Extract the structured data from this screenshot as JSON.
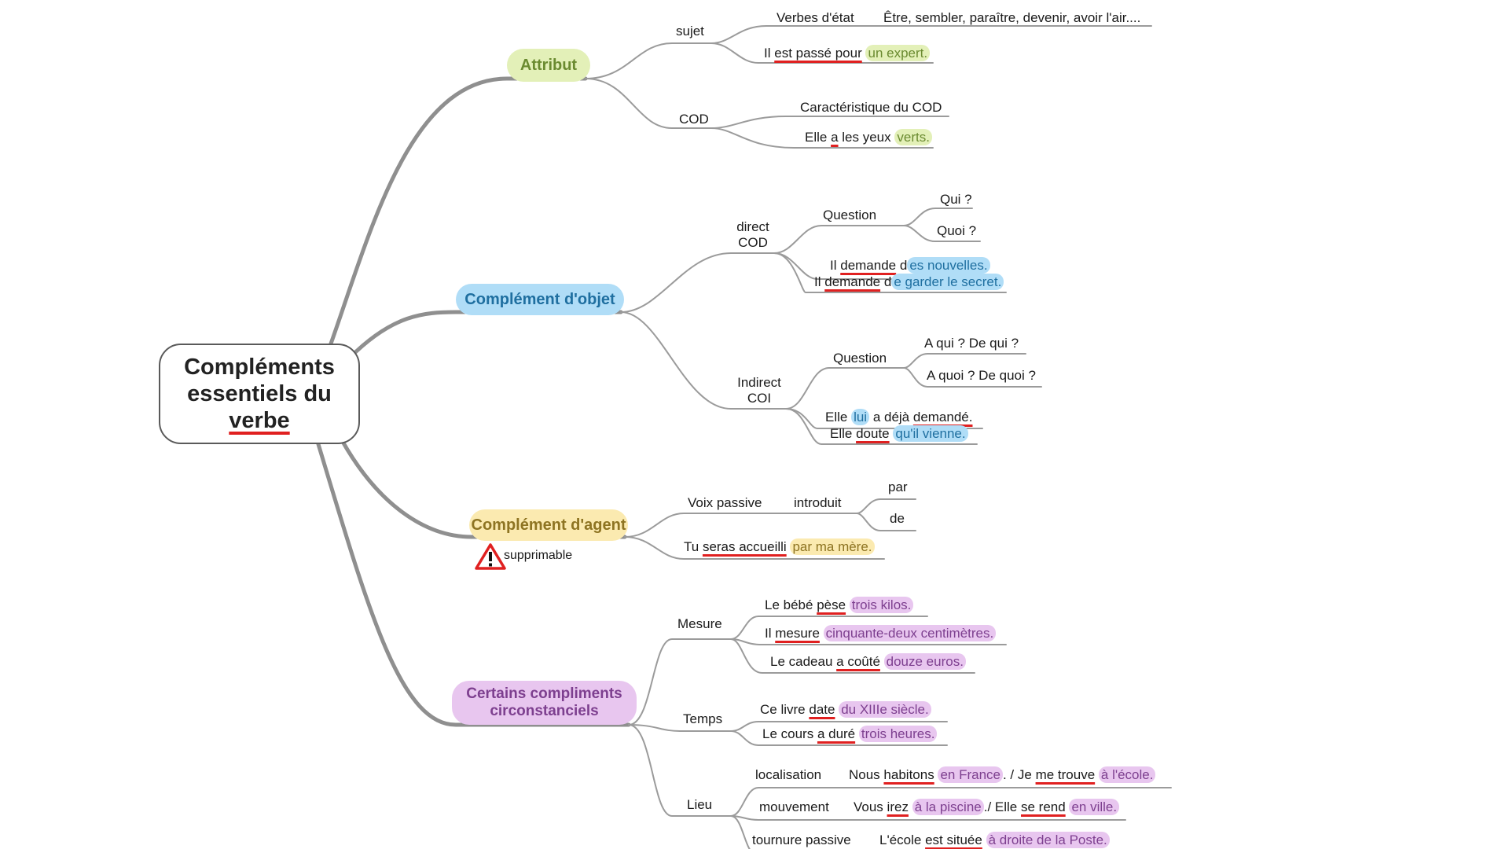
{
  "root": {
    "line1": "Compléments",
    "line2": "essentiels du",
    "line3": "verbe"
  },
  "attribut": {
    "label": "Attribut",
    "sujet": {
      "label": "sujet",
      "etat_label": "Verbes d'état",
      "etat_list": "Être, sembler, paraître, devenir, avoir l'air....",
      "example": {
        "a": "Il ",
        "b": "est passé pour",
        "c": " ",
        "d": "un expert."
      }
    },
    "cod": {
      "label": "COD",
      "carac": "Caractéristique du COD",
      "example": {
        "a": "Elle ",
        "b": "a",
        "c": " les yeux ",
        "d": "verts."
      }
    }
  },
  "objet": {
    "label": "Complément d'objet",
    "direct": {
      "line1": "direct",
      "line2": "COD",
      "question": "Question",
      "q1": "Qui ?",
      "q2": "Quoi ?",
      "ex1": {
        "a": "Il ",
        "b": "demande",
        "c": " d",
        "d": "es nouvelles."
      },
      "ex2": {
        "a": "Il ",
        "b": "demande",
        "c": " d",
        "d": "e garder le secret."
      }
    },
    "indirect": {
      "line1": "Indirect",
      "line2": "COI",
      "question": "Question",
      "q1": "A qui ? De qui ?",
      "q2": "A quoi ? De quoi ?",
      "ex1": {
        "a": "Elle ",
        "b": "lui",
        "c": " a déjà ",
        "d": "demandé."
      },
      "ex2": {
        "a": "Elle ",
        "b": "doute",
        "c": " ",
        "d": "qu'il vienne."
      }
    }
  },
  "agent": {
    "label": "Complément d'agent",
    "warning": "supprimable",
    "voix": "Voix passive",
    "introduit": "introduit",
    "par": "par",
    "de": "de",
    "example": {
      "a": "Tu ",
      "b": "seras accueilli",
      "c": " ",
      "d": "par ma mère."
    }
  },
  "circ": {
    "line1": "Certains compliments",
    "line2": "circonstanciels",
    "mesure": {
      "label": "Mesure",
      "ex1": {
        "a": "Le bébé ",
        "b": "pèse",
        "c": " ",
        "d": "trois kilos."
      },
      "ex2": {
        "a": "Il ",
        "b": "mesure",
        "c": " ",
        "d": "cinquante-deux centimètres."
      },
      "ex3": {
        "a": "Le cadeau ",
        "b": "a coûté",
        "c": " ",
        "d": "douze euros."
      }
    },
    "temps": {
      "label": "Temps",
      "ex1": {
        "a": "Ce livre ",
        "b": "date",
        "c": " ",
        "d": "du XIIIe siècle."
      },
      "ex2": {
        "a": "Le cours ",
        "b": "a duré",
        "c": " ",
        "d": "trois heures."
      }
    },
    "lieu": {
      "label": "Lieu",
      "loc": {
        "label": "localisation",
        "a": "Nous ",
        "b": "habitons",
        "c": " ",
        "d": "en France",
        "e": ". / Je ",
        "f": "me trouve",
        "g": " ",
        "h": "à l'école."
      },
      "mouv": {
        "label": "mouvement",
        "a": "Vous ",
        "b": "irez",
        "c": " ",
        "d": "à la piscine",
        "e": "./ Elle ",
        "f": "se rend",
        "g": " ",
        "h": "en ville."
      },
      "tourn": {
        "label": "tournure passive",
        "a": "L'école ",
        "b": "est située",
        "c": " ",
        "d": "à droite de la Poste."
      }
    }
  },
  "colors": {
    "green": "#e3f0b8",
    "blue": "#b0ddf7",
    "yellow": "#fbeab0",
    "purple": "#e8c6ef",
    "underline_red": "#e02020"
  }
}
